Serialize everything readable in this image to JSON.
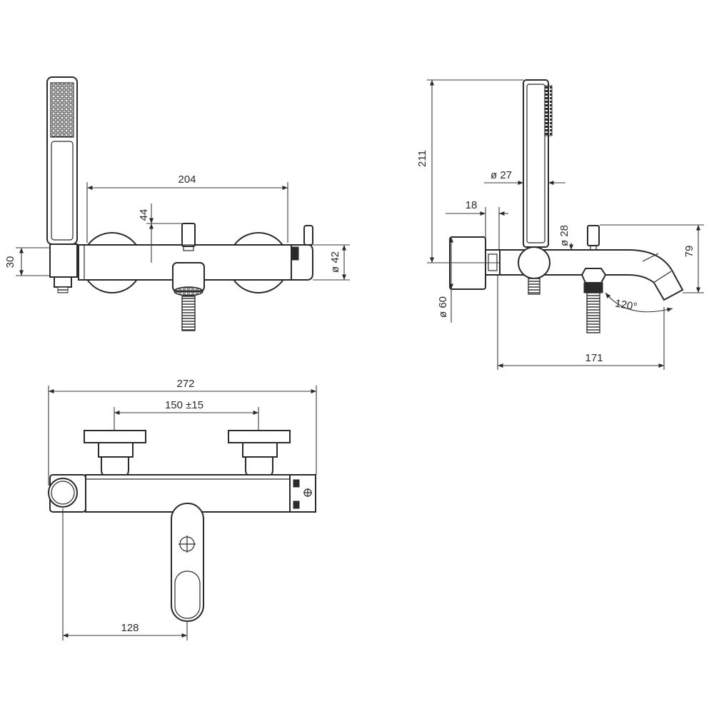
{
  "drawing": {
    "front_view": {
      "width": "204",
      "knob_height": "44",
      "holder_height": "30",
      "body_diameter": "ø 42"
    },
    "side_view": {
      "shower_height": "211",
      "shower_diameter": "ø 27",
      "bracket_depth": "18",
      "knob_diameter": "ø 28",
      "spout_height": "79",
      "flange_diameter": "ø 60",
      "spout_angle": "120°",
      "projection": "171"
    },
    "top_view": {
      "overall_length": "272",
      "inlet_centers": "150 ±15",
      "spout_offset": "128"
    }
  },
  "colors": {
    "line": "#2a2a2a",
    "background": "#ffffff"
  }
}
